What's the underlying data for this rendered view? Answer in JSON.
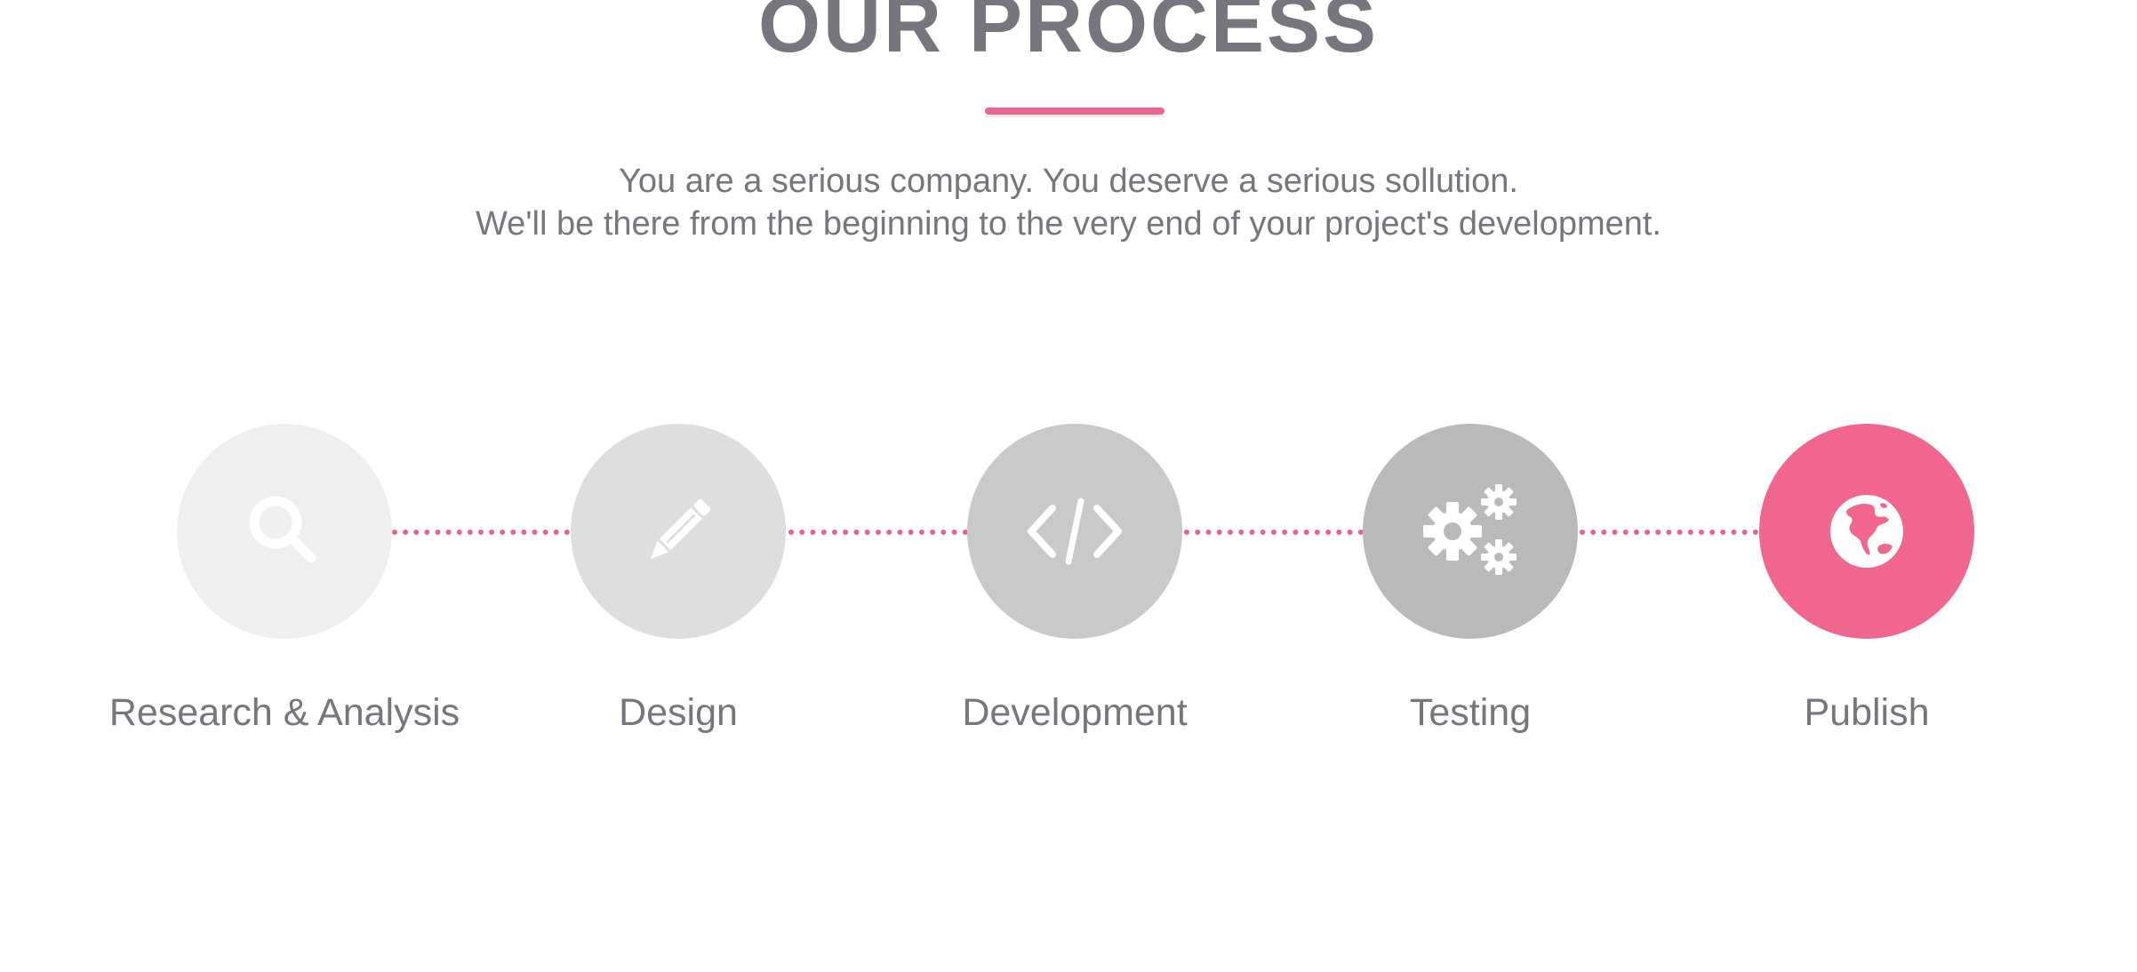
{
  "header": {
    "title": "OUR PROCESS",
    "subtitle_line1": "You are a serious company. You deserve a serious sollution.",
    "subtitle_line2": "We'll be there from the beginning to the very end of your project's development."
  },
  "colors": {
    "accent": "#ee6690",
    "text": "#76767c"
  },
  "steps": [
    {
      "label": "Research & Analysis",
      "icon": "search-icon",
      "circle_color": "#efefef"
    },
    {
      "label": "Design",
      "icon": "pencil-icon",
      "circle_color": "#dedede"
    },
    {
      "label": "Development",
      "icon": "code-icon",
      "circle_color": "#c9c9c9"
    },
    {
      "label": "Testing",
      "icon": "gears-icon",
      "circle_color": "#b9b9b9"
    },
    {
      "label": "Publish",
      "icon": "globe-icon",
      "circle_color": "#f0668f"
    }
  ]
}
